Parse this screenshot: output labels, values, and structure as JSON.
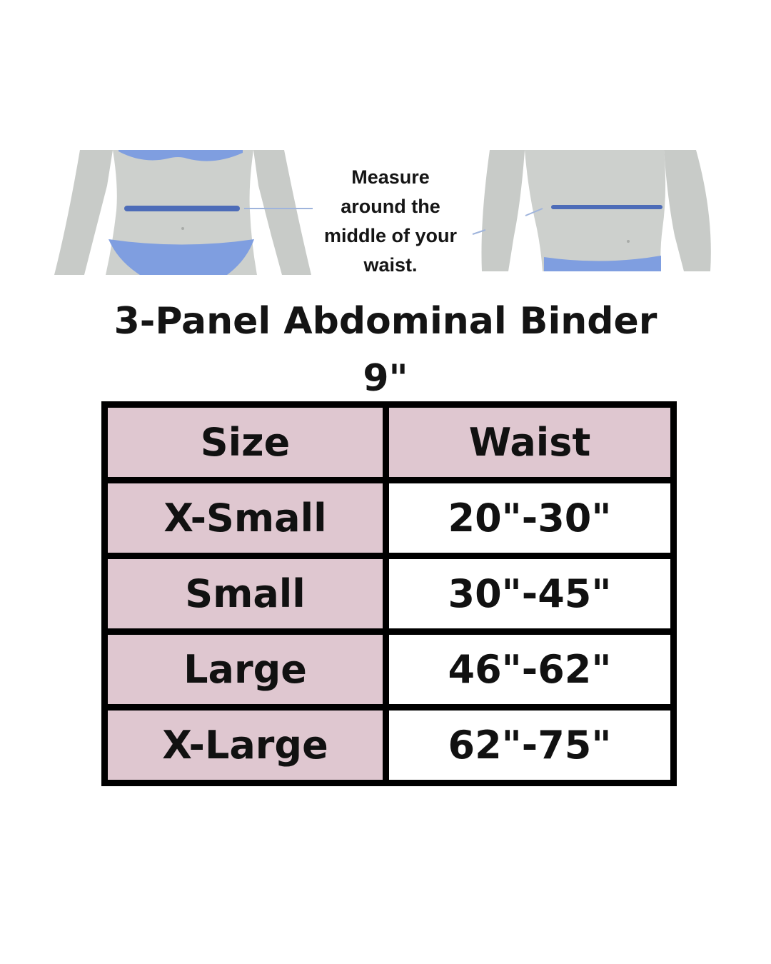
{
  "measure_note": {
    "line1": "Measure",
    "line2": "around the",
    "line3": "middle of your",
    "line4": "waist."
  },
  "title": {
    "line1": "3-Panel Abdominal Binder",
    "line2": "9\""
  },
  "size_table": {
    "headers": [
      "Size",
      "Waist"
    ],
    "rows": [
      {
        "size": "X-Small",
        "waist": "20\"-30\""
      },
      {
        "size": "Small",
        "waist": "30\"-45\""
      },
      {
        "size": "Large",
        "waist": "46\"-62\""
      },
      {
        "size": "X-Large",
        "waist": "62\"-75\""
      }
    ]
  },
  "colors": {
    "header_fill": "#dfc7d0",
    "size_fill": "#dfc7d0",
    "body_skin": "#c8cbc8",
    "garment_blue": "#7f9ee0",
    "tape_blue": "#4d6cb8",
    "border": "#000000"
  },
  "icons": [
    "female-torso-illustration",
    "male-torso-illustration"
  ]
}
